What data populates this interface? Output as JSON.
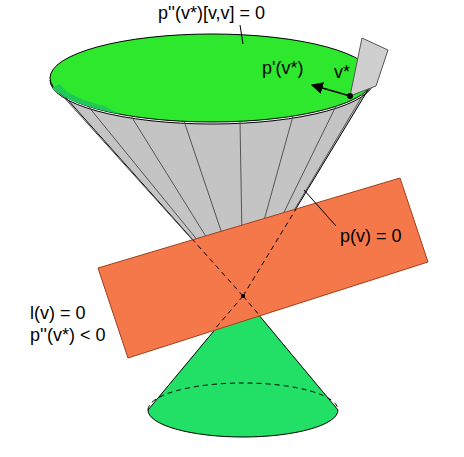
{
  "diagram": {
    "labels": [
      "p''(v*)[v,v] = 0",
      "p'(v*)",
      "v*",
      "p(v) = 0",
      "l(v) = 0",
      "p''(v*) < 0"
    ]
  }
}
